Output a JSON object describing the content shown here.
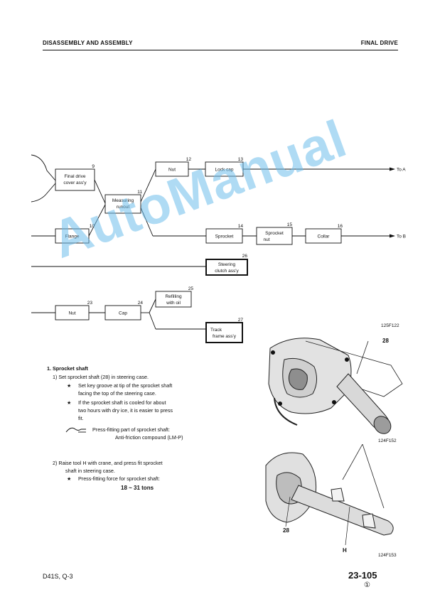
{
  "header": {
    "left": "DISASSEMBLY AND ASSEMBLY",
    "right": "FINAL DRIVE"
  },
  "diagram": {
    "boxes": {
      "final_drive_cover": [
        "Final drive",
        "cover ass'y"
      ],
      "measuring_runout": [
        "Measuring",
        "runout"
      ],
      "nut_top": "Nut",
      "lock_cap": "Lock cap",
      "flange": "Flange",
      "sprocket": "Sprocket",
      "sprocket_nut": [
        "Sprocket",
        "nut"
      ],
      "collar": "Collar",
      "steering_clutch": [
        "Steering",
        "clutch ass'y"
      ],
      "nut_bottom": "Nut",
      "cap": "Cap",
      "refilling": [
        "Refilling",
        "with oil"
      ],
      "track_frame": [
        "Track",
        "frame ass'y"
      ]
    },
    "numbers": {
      "n9": "9",
      "n10": "10",
      "n11": "11",
      "n12": "12",
      "n13": "13",
      "n14": "14",
      "n15": "15",
      "n16": "16",
      "n23": "23",
      "n24": "24",
      "n25": "25",
      "n26": "26",
      "n27": "27"
    },
    "to_a": "To A",
    "to_b": "To B",
    "code": "125F122"
  },
  "section": {
    "title": "1.   Sprocket shaft",
    "step1": "1)   Set sprocket shaft (28) in steering case.",
    "note1": [
      "Set key groove at tip of the sprocket shaft",
      "facing the top of the steering case."
    ],
    "note2": [
      "If the sprocket shaft is cooled for about",
      "two hours with dry ice, it is easier to press",
      "fit."
    ],
    "lube_label": "Press-fitting part of sprocket shaft:",
    "lube_value": "Anti-friction compound (LM-P)",
    "step2": [
      "2)   Raise tool H with crane, and press fit sprocket",
      "shaft in steering case."
    ],
    "note3": "Press-fitting force for sprocket shaft:",
    "force": "18 ~ 31 tons",
    "star": "★"
  },
  "figures": {
    "top_label": "28",
    "top_code": "124F152",
    "bottom_label_28": "28",
    "bottom_label_h": "H",
    "bottom_code": "124F153"
  },
  "footer": {
    "model": "D41S, Q-3",
    "page": "23-105",
    "rev": "①"
  },
  "watermark": "AutoManual"
}
